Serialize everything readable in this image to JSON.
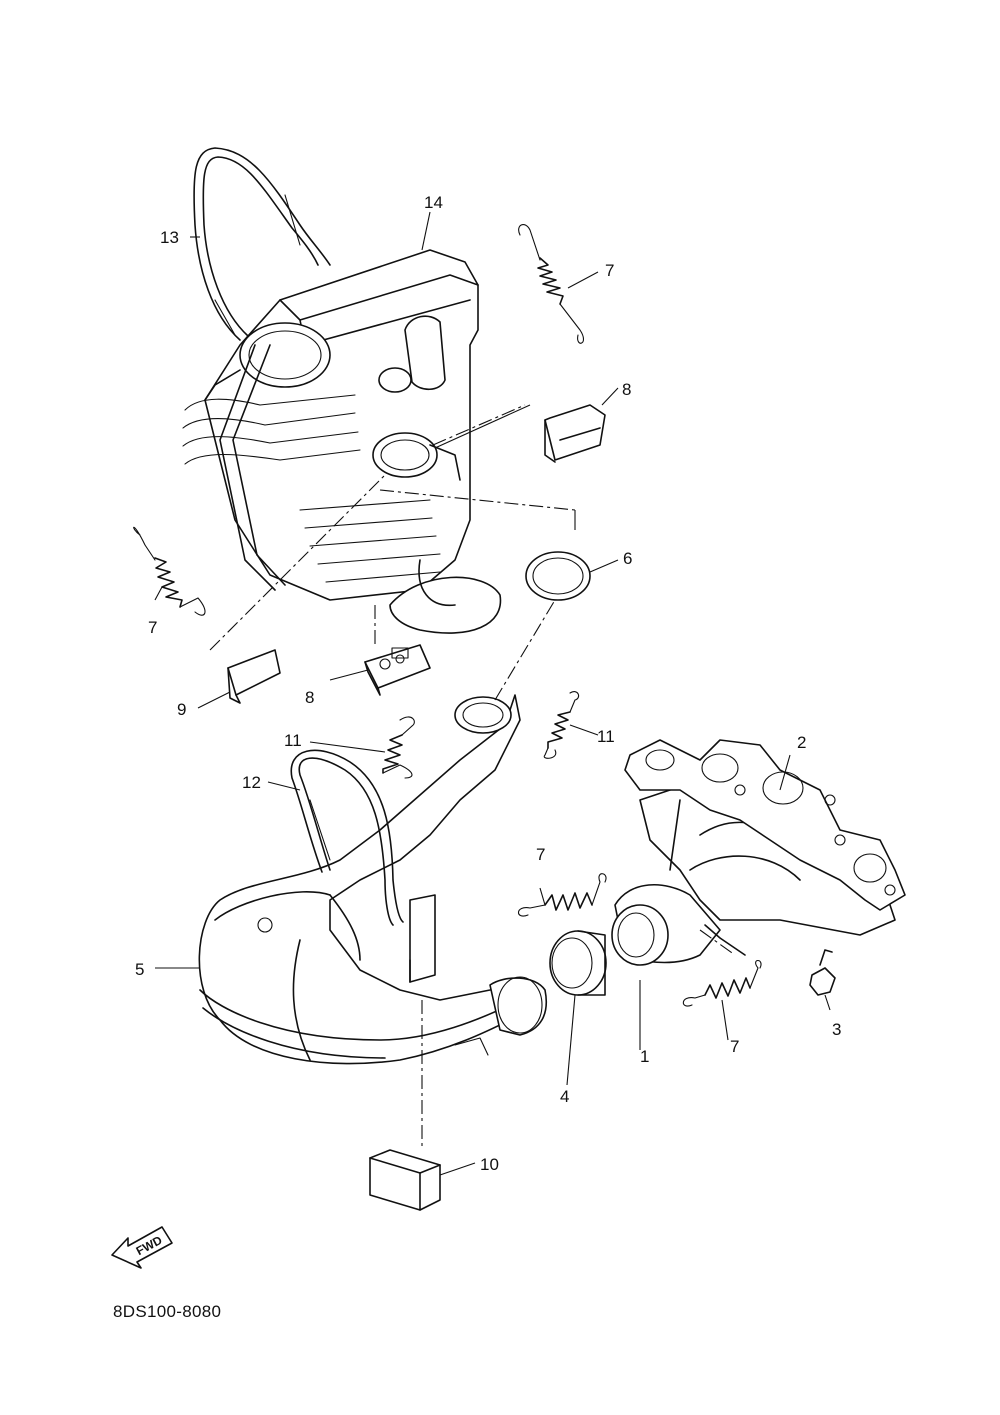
{
  "diagram": {
    "drawing_code": "8DS100-8080",
    "direction_label": "FWD",
    "callouts": [
      {
        "id": "c1",
        "label": "1"
      },
      {
        "id": "c2",
        "label": "2"
      },
      {
        "id": "c3",
        "label": "3"
      },
      {
        "id": "c4",
        "label": "4"
      },
      {
        "id": "c5",
        "label": "5"
      },
      {
        "id": "c6",
        "label": "6"
      },
      {
        "id": "c7a",
        "label": "7"
      },
      {
        "id": "c7b",
        "label": "7"
      },
      {
        "id": "c7c",
        "label": "7"
      },
      {
        "id": "c7d",
        "label": "7"
      },
      {
        "id": "c8a",
        "label": "8"
      },
      {
        "id": "c8b",
        "label": "8"
      },
      {
        "id": "c9",
        "label": "9"
      },
      {
        "id": "c10",
        "label": "10"
      },
      {
        "id": "c11a",
        "label": "11"
      },
      {
        "id": "c11b",
        "label": "11"
      },
      {
        "id": "c12",
        "label": "12"
      },
      {
        "id": "c13",
        "label": "13"
      },
      {
        "id": "c14",
        "label": "14"
      }
    ]
  }
}
